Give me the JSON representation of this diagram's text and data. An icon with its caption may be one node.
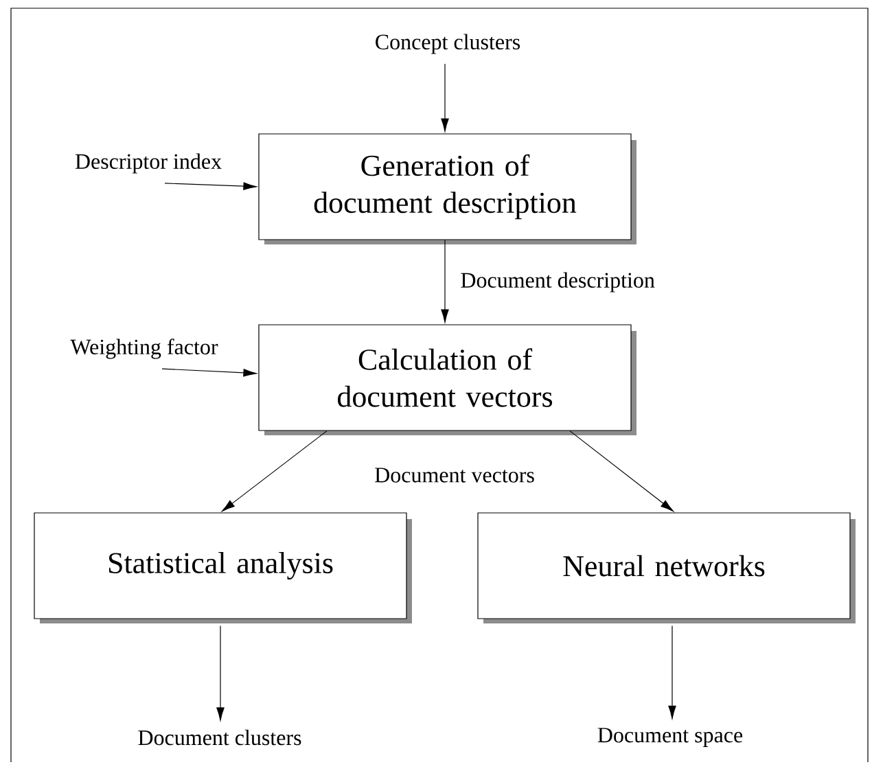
{
  "diagram": {
    "nodes": [
      {
        "text": [
          "Concept clusters"
        ]
      },
      {
        "text": [
          "Descriptor index"
        ]
      },
      {
        "text": [
          "Generation of document description"
        ]
      },
      {
        "text": [
          "Weighting factor"
        ]
      },
      {
        "text": [
          "Calculation of document vectors"
        ]
      },
      {
        "text": [
          "Statistical analysis"
        ]
      },
      {
        "text": [
          "Neural networks"
        ]
      },
      {
        "text": [
          "Document clusters"
        ]
      },
      {
        "text": [
          "Document space"
        ]
      }
    ],
    "edges": [
      {
        "from": 0,
        "to": 2,
        "arrow": "to"
      },
      {
        "from": 1,
        "to": 2,
        "arrow": "to"
      },
      {
        "from": 2,
        "to": 4,
        "arrow": "to",
        "label": "Document description"
      },
      {
        "from": 3,
        "to": 4,
        "arrow": "to"
      },
      {
        "from": 4,
        "to": 5,
        "arrow": "to"
      },
      {
        "from": 4,
        "to": 6,
        "arrow": "to"
      },
      {
        "from": 5,
        "to": 7,
        "arrow": "to"
      },
      {
        "from": 6,
        "to": 8,
        "arrow": "to"
      }
    ],
    "labels": [
      "Document vectors"
    ]
  }
}
